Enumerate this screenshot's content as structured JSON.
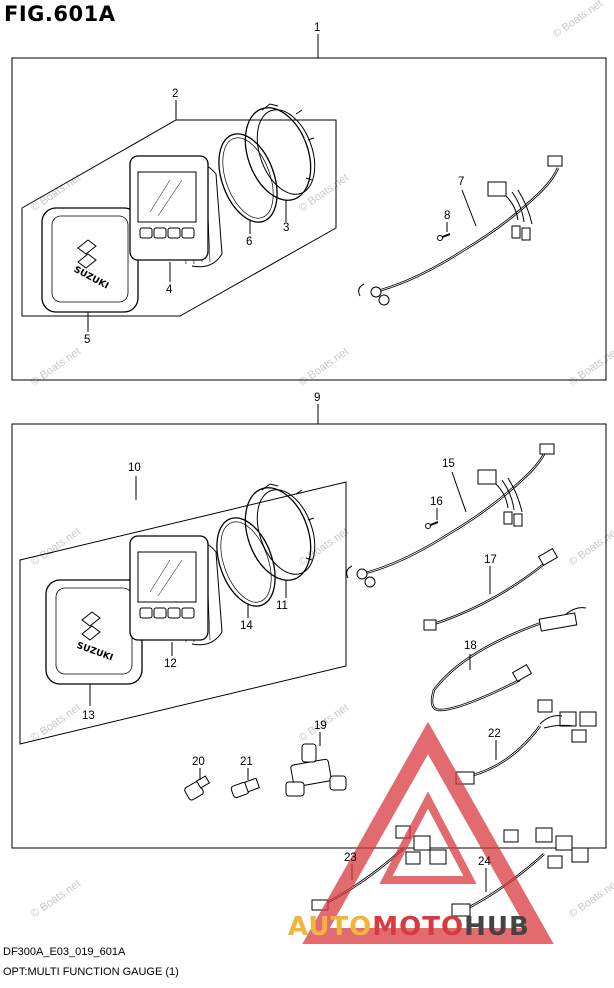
{
  "figure": {
    "title": "FIG.601A",
    "model_code": "DF300A_E03_019_601A",
    "caption": "OPT:MULTI FUNCTION GAUGE (1)"
  },
  "watermark": {
    "text": "© Boats.net",
    "color": "#c9c9c9"
  },
  "logo": {
    "part1": "AUTO",
    "part2": "MOTO",
    "part3": "HUB",
    "colors": [
      "#f4b43a",
      "#d93a3f",
      "#444444"
    ]
  },
  "gauge_brand": "SUZUKI",
  "callouts": [
    "1",
    "2",
    "3",
    "4",
    "5",
    "6",
    "7",
    "8",
    "9",
    "10",
    "11",
    "12",
    "13",
    "14",
    "15",
    "16",
    "17",
    "18",
    "19",
    "20",
    "21",
    "22",
    "23",
    "24"
  ]
}
